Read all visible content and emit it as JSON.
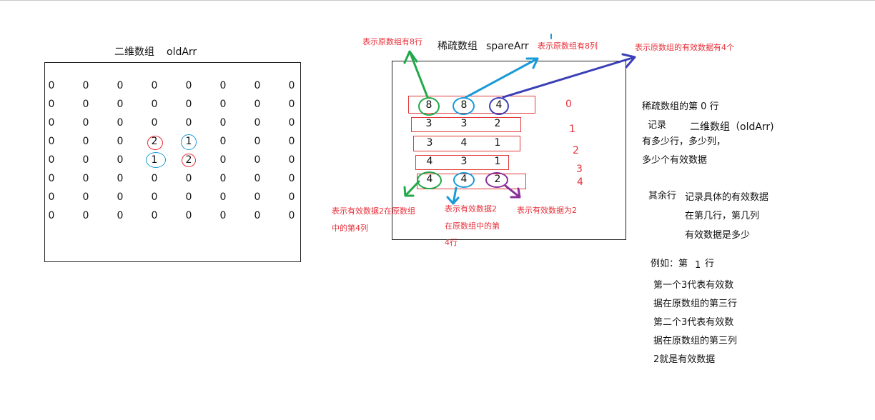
{
  "left": {
    "title": "二维数组",
    "name": "oldArr",
    "matrix": [
      [
        "0",
        "0",
        "0",
        "0",
        "0",
        "0",
        "0",
        "0"
      ],
      [
        "0",
        "0",
        "0",
        "0",
        "0",
        "0",
        "0",
        "0"
      ],
      [
        "0",
        "0",
        "0",
        "0",
        "0",
        "0",
        "0",
        "0"
      ],
      [
        "0",
        "0",
        "0",
        "2",
        "1",
        "0",
        "0",
        "0"
      ],
      [
        "0",
        "0",
        "0",
        "1",
        "2",
        "0",
        "0",
        "0"
      ],
      [
        "0",
        "0",
        "0",
        "0",
        "0",
        "0",
        "0",
        "0"
      ],
      [
        "0",
        "0",
        "0",
        "0",
        "0",
        "0",
        "0",
        "0"
      ],
      [
        "0",
        "0",
        "0",
        "0",
        "0",
        "0",
        "0",
        "0"
      ]
    ]
  },
  "sparse": {
    "title": "稀疏数组",
    "name": "spareArr",
    "rows": [
      [
        "8",
        "8",
        "4"
      ],
      [
        "3",
        "3",
        "2"
      ],
      [
        "3",
        "4",
        "1"
      ],
      [
        "4",
        "3",
        "1"
      ],
      [
        "4",
        "4",
        "2"
      ]
    ],
    "indices": [
      "0",
      "1",
      "2",
      "3",
      "4"
    ],
    "top_notes": {
      "rows": "表示原数组有8行",
      "cols": "表示原数组有8列",
      "count": "表示原数组的有效数据有4个"
    },
    "bottom_notes": {
      "col": [
        "表示有效数据2在原数组",
        "中的第4列"
      ],
      "row": [
        "表示有效数据2",
        "在原数组中的第",
        "4行"
      ],
      "value": "表示有效数据为2"
    }
  },
  "explain": {
    "line1": "稀疏数组的第 0 行",
    "line2a": "记录",
    "line2b": "二维数组（oldArr)",
    "line3": "有多少行，多少列，",
    "line4": "多少个有效数据",
    "rest_label": "其余行",
    "rest": [
      "记录具体的有效数据",
      "在第几行，第几列",
      "有效数据是多少"
    ],
    "example_a": "例如：第",
    "example_num": "1",
    "example_b": "行",
    "example_lines": [
      "第一个3代表有效数",
      "据在原数组的第三行",
      "第二个3代表有效数",
      "据在原数组的第三列",
      "2就是有效数据"
    ]
  },
  "colors": {
    "green": "#22a84a",
    "cyan": "#1a9ad8",
    "indigo": "#3b3fb8",
    "purple": "#8a2f9b",
    "red": "#e8303a"
  }
}
